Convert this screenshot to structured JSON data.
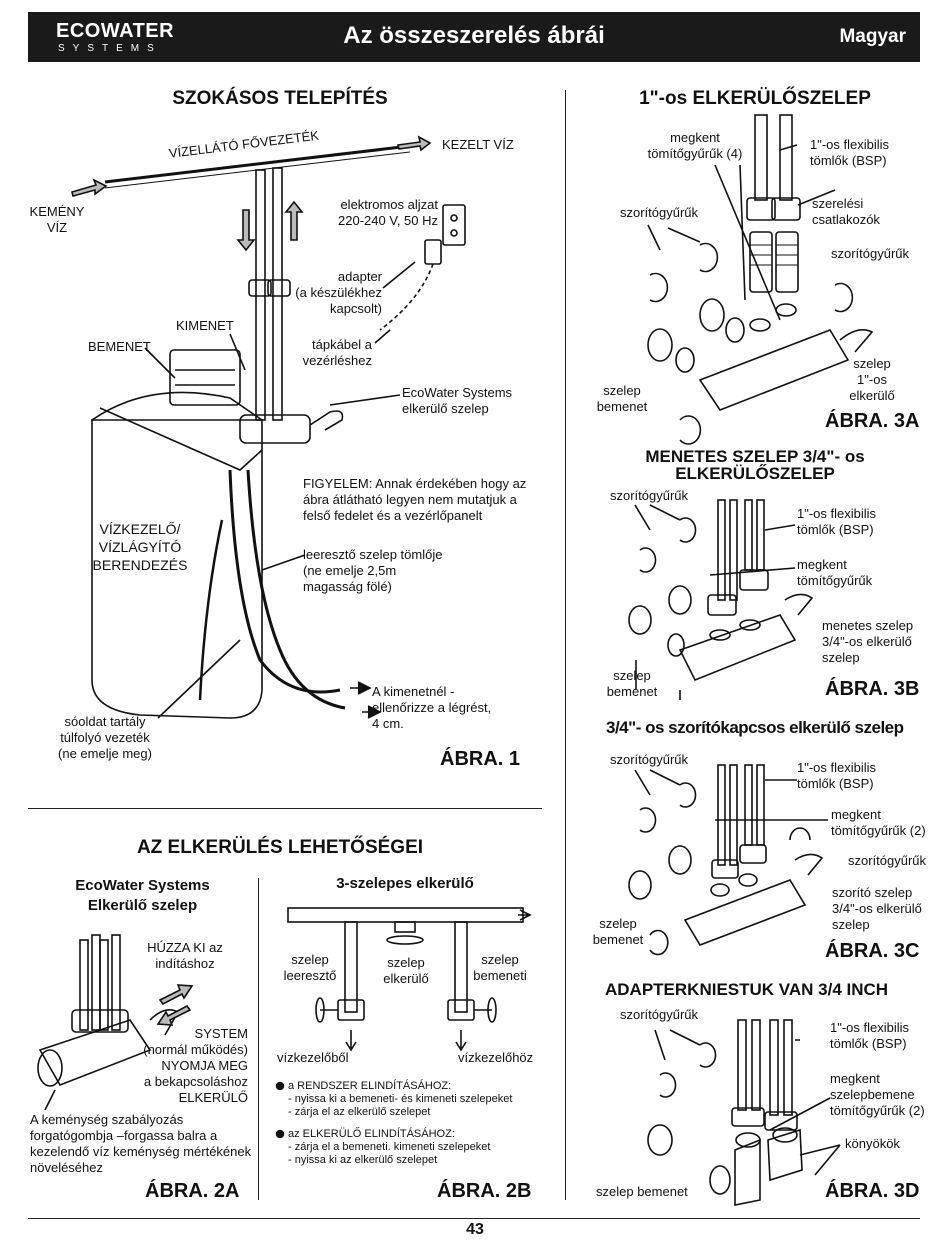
{
  "header": {
    "logo_line1": "ECOWATER",
    "logo_line2": "SYSTEMS",
    "title": "Az összeszerelés ábrái",
    "language": "Magyar"
  },
  "fig1": {
    "title": "SZOKÁSOS TELEPÍTÉS",
    "supply_main": "VÍZELLÁTÓ FŐVEZETÉK",
    "treated_water": "KEZELT VÍZ",
    "hard_water_1": "KEMÉNY",
    "hard_water_2": "VÍZ",
    "outlet_1": "elektromos aljzat",
    "outlet_2": "220-240 V, 50 Hz",
    "adapter_1": "adapter",
    "adapter_2": "(a készülékhez",
    "adapter_3": "kapcsolt)",
    "power_1": "tápkábel a",
    "power_2": "vezérléshez",
    "outlet_label": "KIMENET",
    "inlet_label": "BEMENET",
    "bypass_1": "EcoWater Systems",
    "bypass_2": "elkerülő szelep",
    "warn_1": "FIGYELEM: Annak érdekében hogy az",
    "warn_2": "ábra átlátható legyen nem mutatjuk a",
    "warn_3": "felső fedelet és a vezérlőpanelt",
    "unit_1": "VÍZKEZELŐ/",
    "unit_2": "VÍZLÁGYÍTÓ",
    "unit_3": "BERENDEZÉS",
    "drain_1": "leeresztő szelep tömlője",
    "drain_2": "(ne emelje 2,5m",
    "drain_3": "magasság fölé)",
    "gap_1": "A kimenetnél -",
    "gap_2": "ellenőrizze a légrést,",
    "gap_3": "4 cm.",
    "brine_1": "sóoldat tartály",
    "brine_2": "túlfolyó vezeték",
    "brine_3": "(ne emelje meg)",
    "figure": "ÁBRA. 1"
  },
  "fig2": {
    "title": "AZ ELKERÜLÉS LEHETŐSÉGEI",
    "a_title_1": "EcoWater Systems",
    "a_title_2": "Elkerülő szelep",
    "pull_1": "HÚZZA KI az",
    "pull_2": "indításhoz",
    "system_1": "SYSTEM",
    "system_2": "(normál működés)",
    "system_3": "NYOMJA MEG",
    "system_4": "a bekapcsoláshoz",
    "system_5": "ELKERÜLŐ",
    "hard_1": "A keménység szabályozás",
    "hard_2": "forgatógombja –forgassa balra a",
    "hard_3": "kezelendő víz keménység mértékének",
    "hard_4": "növeléséhez",
    "figure_a": "ÁBRA. 2A",
    "b_title": "3-szelepes elkerülő",
    "v_drain_1": "szelep",
    "v_drain_2": "leeresztő",
    "v_bypass_1": "szelep",
    "v_bypass_2": "elkerülő",
    "v_inlet_1": "szelep",
    "v_inlet_2": "bemeneti",
    "from_unit": "vízkezelőből",
    "to_unit": "vízkezelőhöz",
    "sys_start": "a RENDSZER ELINDÍTÁSÁHOZ:",
    "sys_s1": "- nyissa ki a bemeneti- és kimeneti szelepeket",
    "sys_s2": "- zárja el az elkerülő szelepet",
    "byp_start": "az ELKERÜLŐ ELINDÍTÁSÁHOZ:",
    "byp_s1": "- zárja el a bemeneti. kimeneti szelepeket",
    "byp_s2": "- nyissa ki az elkerülő szelepet",
    "figure_b": "ÁBRA. 2B"
  },
  "fig3a": {
    "title": "1\"-os ELKERÜLŐSZELEP",
    "orings_1": "megkent",
    "orings_2": "tömítőgyűrűk (4)",
    "hoses_1": "1\"-os flexibilis",
    "hoses_2": "tömlők (BSP)",
    "clips_left": "szorítógyűrűk",
    "fittings_1": "szerelési",
    "fittings_2": "csatlakozók",
    "clips_right": "szorítógyűrűk",
    "valve_1": "szelep",
    "valve_2": "1\"-os",
    "valve_3": "elkerülő",
    "inlet_1": "szelep",
    "inlet_2": "bemenet",
    "figure": "ÁBRA. 3A"
  },
  "fig3b": {
    "title_1": "MENETES SZELEP 3/4\"- os",
    "title_2": "ELKERÜLŐSZELEP",
    "clips": "szorítógyűrűk",
    "hoses_1": "1\"-os flexibilis",
    "hoses_2": "tömlők (BSP)",
    "orings_1": "megkent",
    "orings_2": "tömítőgyűrűk",
    "valve_1": "menetes szelep",
    "valve_2": "3/4\"-os elkerülő",
    "valve_3": "szelep",
    "inlet_1": "szelep",
    "inlet_2": "bemenet",
    "figure": "ÁBRA. 3B"
  },
  "fig3c": {
    "title": "3/4\"- os szorítókapcsos elkerülő szelep",
    "clips_left": "szorítógyűrűk",
    "hoses_1": "1\"-os flexibilis",
    "hoses_2": "tömlők (BSP)",
    "orings_1": "megkent",
    "orings_2": "tömítőgyűrűk (2)",
    "clips_right": "szorítógyűrűk",
    "valve_1": "szorító szelep",
    "valve_2": "3/4\"-os elkerülő",
    "valve_3": "szelep",
    "inlet_1": "szelep",
    "inlet_2": "bemenet",
    "figure": "ÁBRA. 3C"
  },
  "fig3d": {
    "title": "ADAPTERKNIESTUK VAN 3/4 INCH",
    "clips": "szorítógyűrűk",
    "hoses_1": "1\"-os flexibilis",
    "hoses_2": "tömlők (BSP)",
    "orings_1": "megkent",
    "orings_2": "szelepbemene",
    "orings_3": "tömítőgyűrűk (2)",
    "elbows": "könyökök",
    "inlet": "szelep bemenet",
    "figure": "ÁBRA. 3D"
  },
  "footer": {
    "page": "43"
  }
}
